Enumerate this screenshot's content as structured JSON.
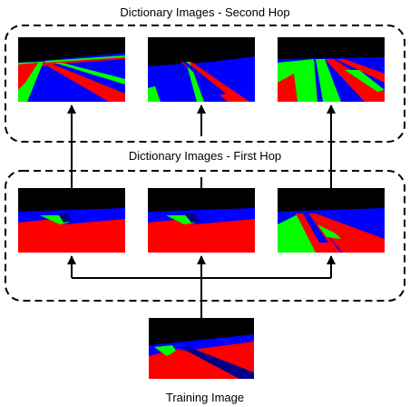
{
  "labels": {
    "second_hop": "Dictionary Images - Second Hop",
    "first_hop": "Dictionary Images - First Hop",
    "training": "Training Image"
  },
  "colors": {
    "sky": "#000000",
    "blue": "#0000ff",
    "red": "#ff0000",
    "green": "#00ff00",
    "arrow": "#000000",
    "group_border": "#000000"
  },
  "images": {
    "second_hop": [
      "second-hop-image-1",
      "second-hop-image-2",
      "second-hop-image-3"
    ],
    "first_hop": [
      "first-hop-image-1",
      "first-hop-image-2",
      "first-hop-image-3"
    ],
    "training": "training-image"
  }
}
